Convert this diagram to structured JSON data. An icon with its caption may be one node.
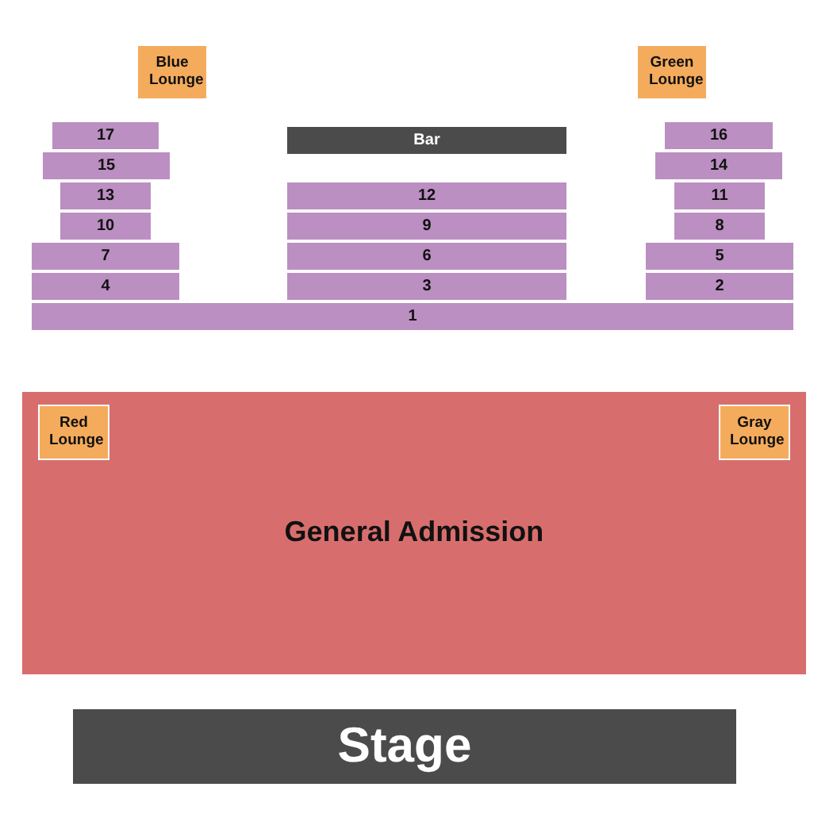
{
  "diagram": {
    "nodes": [
      {
        "text": [
          "Blue Lounge"
        ]
      },
      {
        "text": [
          "Green Lounge"
        ]
      },
      {
        "text": [
          "17"
        ]
      },
      {
        "text": [
          "Bar"
        ]
      },
      {
        "text": [
          "16"
        ]
      },
      {
        "text": [
          "15"
        ]
      },
      {
        "text": [
          "14"
        ]
      },
      {
        "text": [
          "13"
        ]
      },
      {
        "text": [
          "12"
        ]
      },
      {
        "text": [
          "11"
        ]
      },
      {
        "text": [
          "10"
        ]
      },
      {
        "text": [
          "9"
        ]
      },
      {
        "text": [
          "8"
        ]
      },
      {
        "text": [
          "7"
        ]
      },
      {
        "text": [
          "6"
        ]
      },
      {
        "text": [
          "5"
        ]
      },
      {
        "text": [
          "4"
        ]
      },
      {
        "text": [
          "3"
        ]
      },
      {
        "text": [
          "2"
        ]
      },
      {
        "text": [
          "1"
        ]
      },
      {
        "text": [
          "General Admission"
        ]
      },
      {
        "text": [
          "Red Lounge"
        ],
        "in": 20
      },
      {
        "text": [
          "Gray Lounge"
        ],
        "in": 20
      },
      {
        "text": [
          "Stage"
        ]
      }
    ]
  }
}
